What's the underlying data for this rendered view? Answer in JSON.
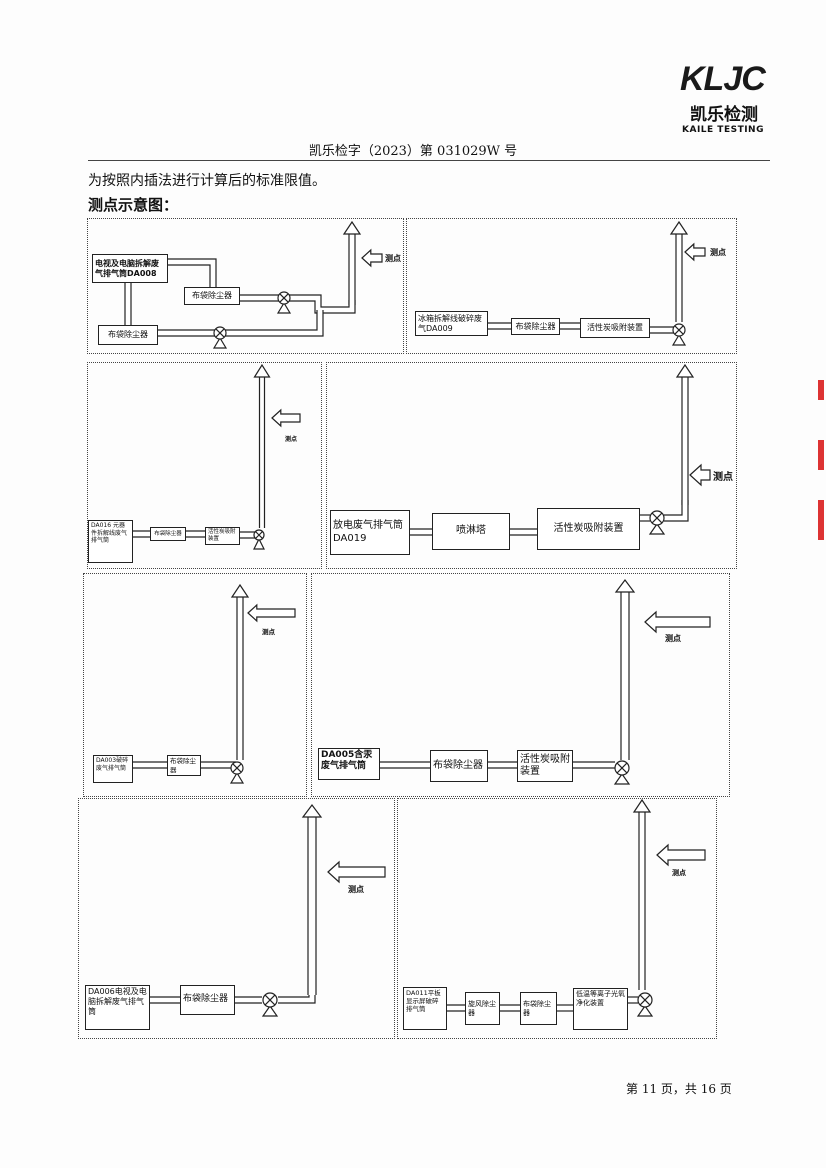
{
  "header": {
    "logo_mark": "KLJC",
    "logo_cn": "凯乐检测",
    "logo_en": "KAILE TESTING",
    "report_no": "凯乐检字（2023）第 031029W 号"
  },
  "body": {
    "intro": "为按照内插法进行计算后的标准限值。",
    "heading": "测点示意图："
  },
  "measure_label": "测点",
  "diagrams": [
    {
      "source": "电视及电脑拆解废气排气筒DA008",
      "units": [
        "布袋除尘器",
        "布袋除尘器"
      ]
    },
    {
      "source": "冰箱拆解线破碎废气DA009",
      "units": [
        "布袋除尘器",
        "活性炭吸附装置"
      ]
    },
    {
      "source": "DA016 元器件拆解线废气排气筒",
      "units": [
        "布袋除尘器",
        "活性炭吸附装置"
      ]
    },
    {
      "source": "放电废气排气筒DA019",
      "units": [
        "喷淋塔",
        "活性炭吸附装置"
      ]
    },
    {
      "source": "DA003破碎废气排气筒",
      "units": [
        "布袋除尘器"
      ]
    },
    {
      "source": "DA005含汞废气排气筒",
      "units": [
        "布袋除尘器",
        "活性炭吸附装置"
      ]
    },
    {
      "source": "DA006电视及电脑拆解废气排气筒",
      "units": [
        "布袋除尘器"
      ]
    },
    {
      "source": "DA011平板显示屏破碎排气筒",
      "units": [
        "旋风除尘器",
        "布袋除尘器",
        "低温等离子光氧净化装置"
      ]
    }
  ],
  "footer": {
    "page": "第 11 页，共 16 页"
  }
}
